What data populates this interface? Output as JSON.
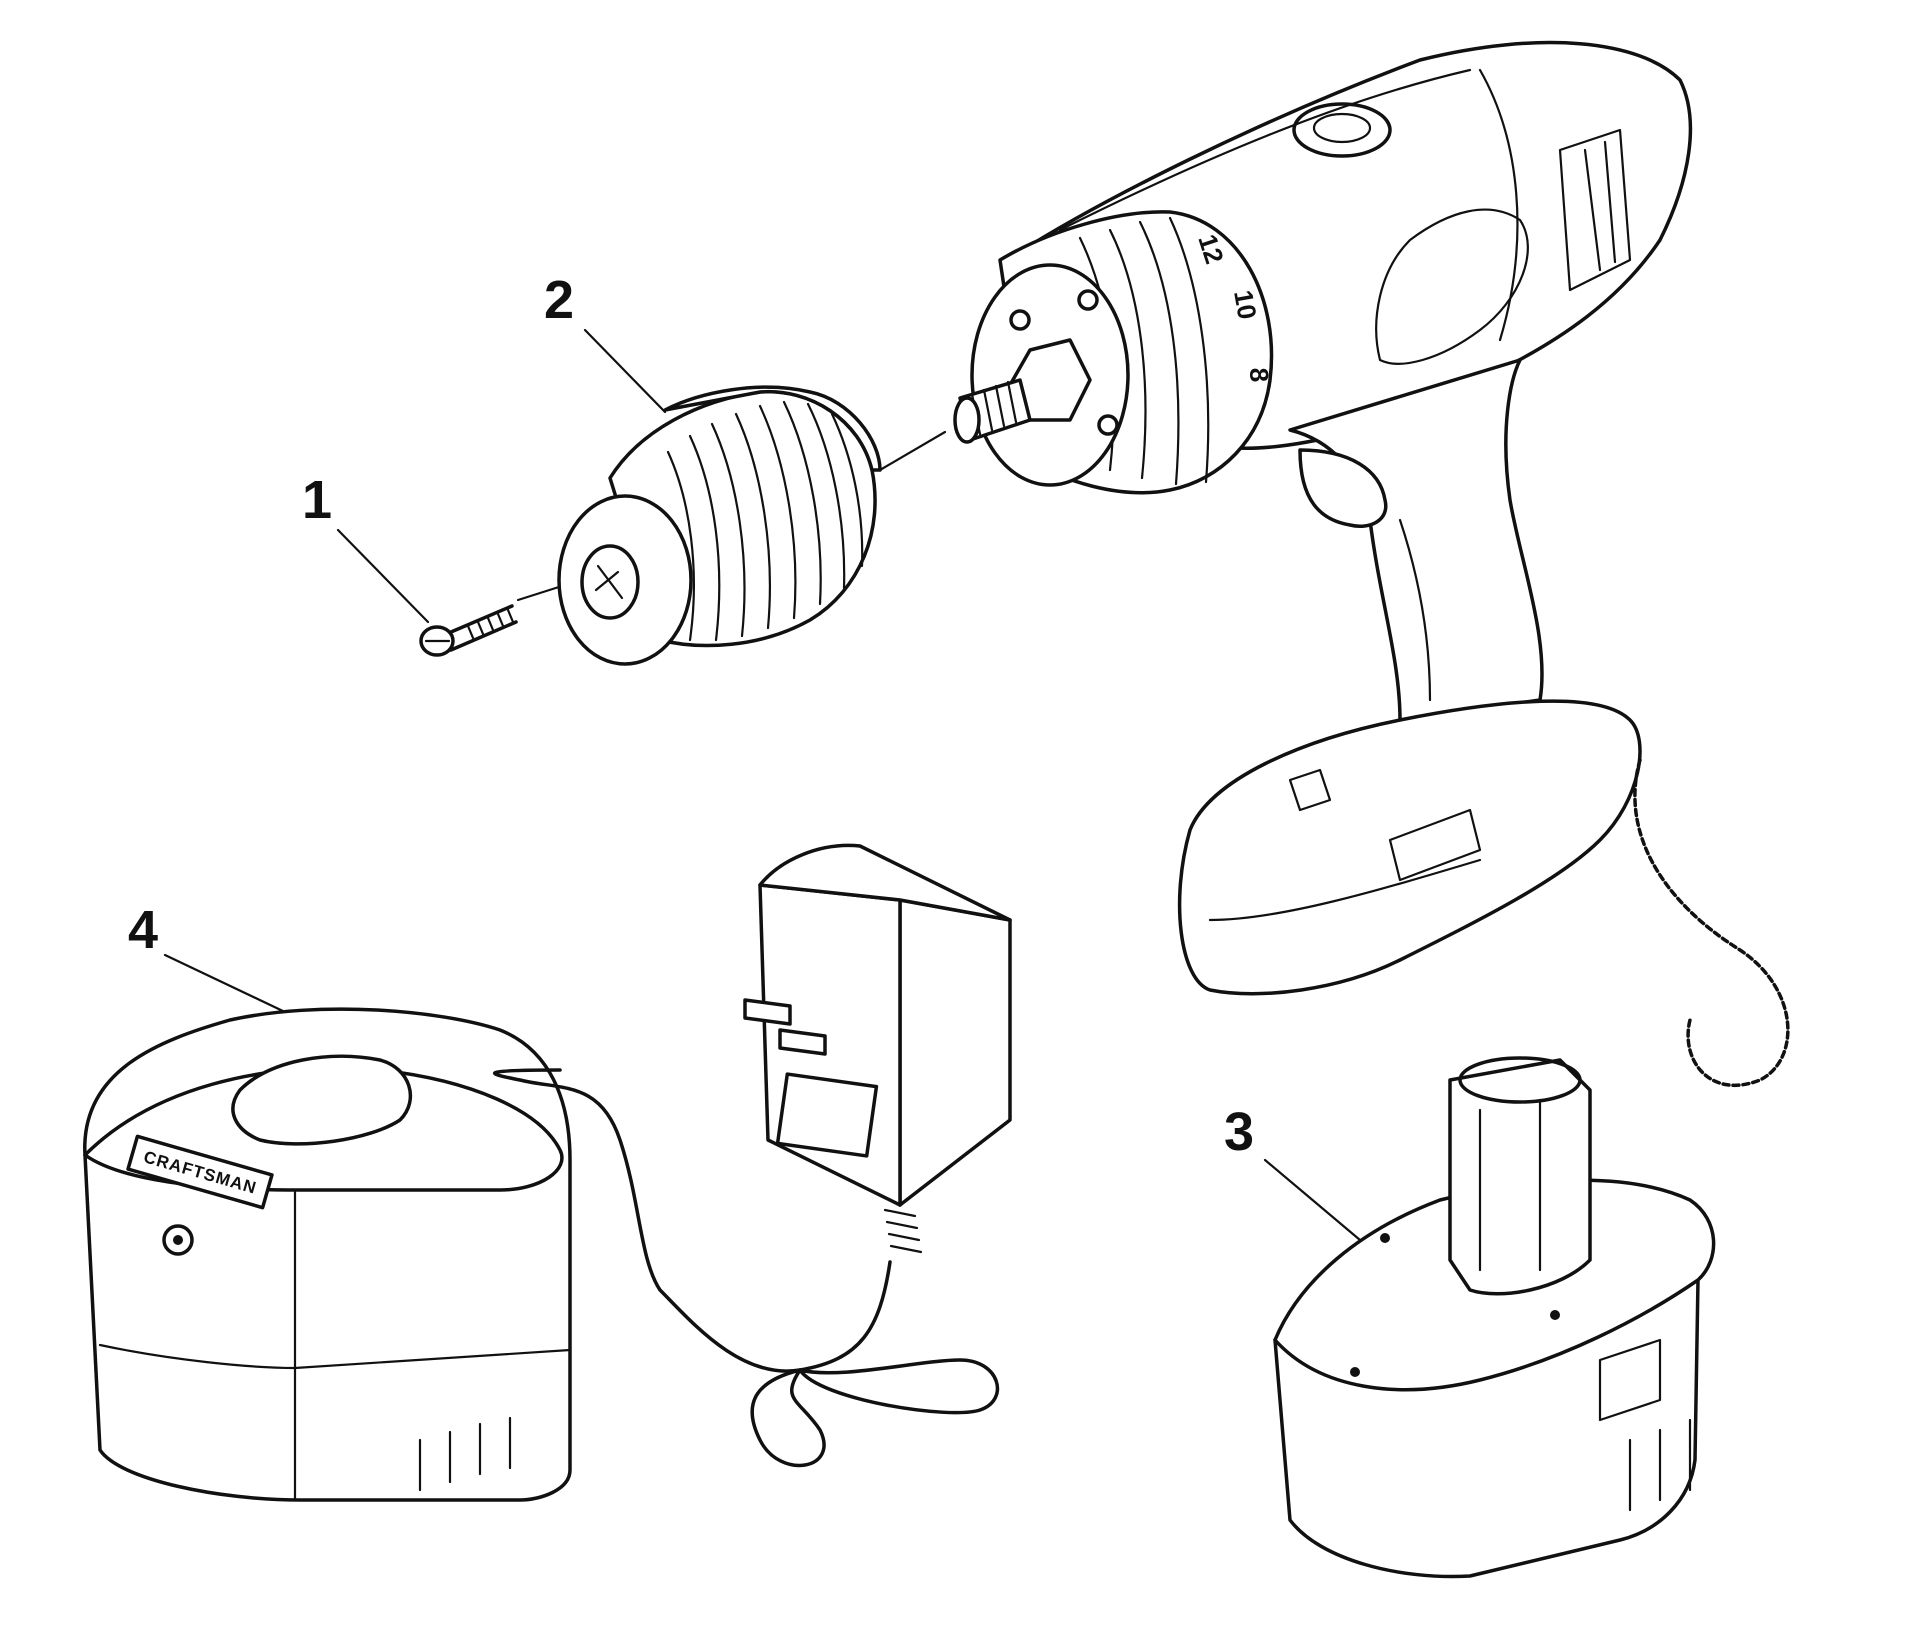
{
  "callouts": [
    {
      "id": "screw",
      "number": "1"
    },
    {
      "id": "chuck",
      "number": "2"
    },
    {
      "id": "battery",
      "number": "3"
    },
    {
      "id": "charger",
      "number": "4"
    }
  ],
  "drill": {
    "clutch_dial_labels": [
      "12",
      "10",
      "8"
    ]
  },
  "charger": {
    "brand_label": "CRAFTSMAN"
  }
}
